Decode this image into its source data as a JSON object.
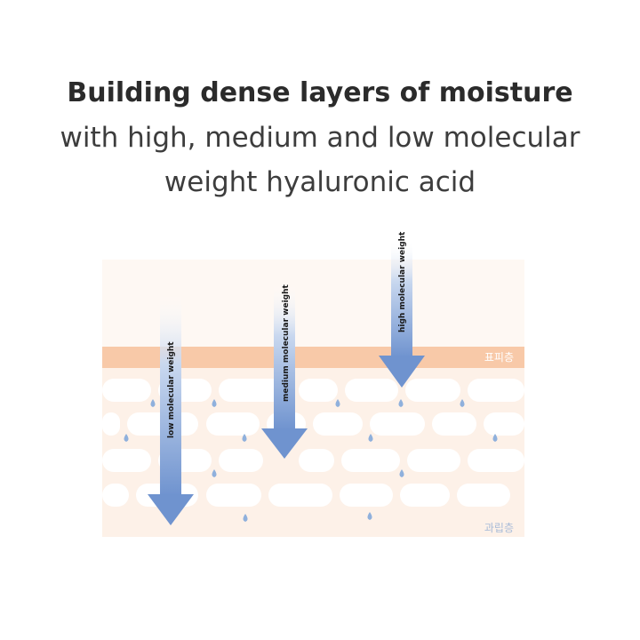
{
  "headline": {
    "line1": "Building dense layers of moisture",
    "line2": "with high, medium and low molecular",
    "line3": "weight hyaluronic acid"
  },
  "layers": {
    "epidermis_label": "표피층",
    "granular_label": "과립층"
  },
  "arrows": [
    {
      "label": "low molecular weight",
      "depth": "deep"
    },
    {
      "label": "medium molecular weight",
      "depth": "middle"
    },
    {
      "label": "high molecular weight",
      "depth": "shallow"
    }
  ],
  "colors": {
    "skin_bg": "#fdf1e8",
    "epidermis_band": "#f8c9a8",
    "cell": "#ffffff",
    "arrow": "#6f93cf",
    "droplet": "#8fb0dc",
    "label_muted": "#a9bcd8"
  }
}
